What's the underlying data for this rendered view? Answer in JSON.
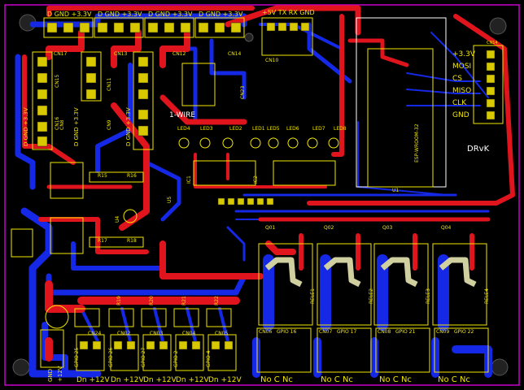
{
  "colors": {
    "background": "#000000",
    "board_edge": "#c800c8",
    "copper_top": "#e0141c",
    "copper_bottom": "#1428e6",
    "silkscreen": "#f2e600",
    "pad": "#d8c800"
  },
  "top_connectors": [
    "D  GND +3.3V",
    "D  GND +3.3V",
    "D  GND +3.3V",
    "D  GND +3.3V"
  ],
  "serial_header": "+5V TX RX GND",
  "left_stack": [
    {
      "ref": "CN17",
      "pins": "D  GND +3.3V"
    },
    {
      "ref": "CN15",
      "pins": "D  GND +3.3V"
    },
    {
      "ref": "CN16",
      "pins": "D  GND +3.3V"
    }
  ],
  "mid_refs": [
    "CN13",
    "CN11",
    "CN12",
    "CN14",
    "CN10",
    "CN9",
    "CN8",
    "CN23"
  ],
  "onewire_label": "1-WIRE",
  "led_labels": [
    "LED4",
    "LED3",
    "LED2",
    "LED1",
    "LED5",
    "LED6",
    "LED7",
    "LED8"
  ],
  "spi_header": {
    "ref": "CN14",
    "pins": [
      "+3.3V",
      "MOSI",
      "CS",
      "MISO",
      "CLK",
      "GND"
    ]
  },
  "module_label": "ESP-WROOM-32",
  "author": "DRvK",
  "ic_refs": [
    "IC1",
    "IC2",
    "U1",
    "U5",
    "U4"
  ],
  "bottom_inputs": [
    {
      "ref": "CN24",
      "gpio": "GPIO 25"
    },
    {
      "ref": "CN02",
      "gpio": "GPIO 26"
    },
    {
      "ref": "CN03",
      "gpio": "GPIO 27"
    },
    {
      "ref": "CN04",
      "gpio": "GPIO 2"
    },
    {
      "ref": "CN05",
      "gpio": "GPIO 4"
    }
  ],
  "bottom_pin_label": "Dn +12V",
  "relays": [
    {
      "ref": "RELE1",
      "cn": "CN06",
      "gpio": "GPIO 16"
    },
    {
      "ref": "RELE2",
      "cn": "CN07",
      "gpio": "GPIO 17"
    },
    {
      "ref": "RELE3",
      "cn": "CN08",
      "gpio": "GPIO 21"
    },
    {
      "ref": "RELE4",
      "cn": "CN09",
      "gpio": "GPIO 22"
    }
  ],
  "relay_contacts": "No  C  Nc",
  "power_labels": [
    "GND",
    "+12V"
  ],
  "transistor_refs": [
    "Q01",
    "Q02",
    "Q03",
    "Q04"
  ],
  "resistor_refs": [
    "R15",
    "R16",
    "R17",
    "R18",
    "R19",
    "R20",
    "R21",
    "R22"
  ]
}
